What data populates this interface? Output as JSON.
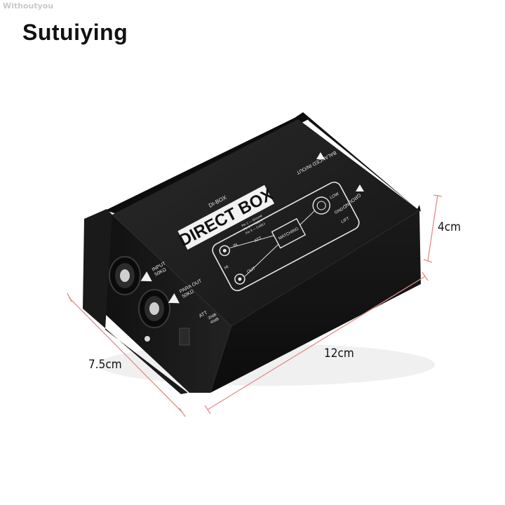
{
  "watermark": "Withoutyou",
  "brand": "Sutuiying",
  "dimensions": {
    "height": "4cm",
    "width": "7.5cm",
    "length": "12cm"
  },
  "device": {
    "title": "DIRECT BOX",
    "subtitle": "DI-BOX",
    "input_label": "INPUT",
    "input_impedance": "50KΩ",
    "para_out_label": "PARA OUT",
    "para_out_impedance": "50KΩ",
    "balanced_label": "BALANCED IN/OUT",
    "ground_label": "GROUND",
    "att_label": "ATT",
    "att_value1": "20dB",
    "att_value2": "40dB",
    "matching_label": "MATCHING",
    "in_label": "IN",
    "out_label": "OUT",
    "hi_label": "HI",
    "low_label": "LOW",
    "gnd_label": "GND",
    "lift_label": "LIFT",
    "pin1": "Pin 1 — Ground",
    "pin2": "Pin 2 — Hot(+)",
    "pin3": "Pin 3 — Cold(-)",
    "body_color": "#1c1c1c",
    "label_color": "#f2f2f2",
    "dimension_line_color": "#e58a8a"
  }
}
